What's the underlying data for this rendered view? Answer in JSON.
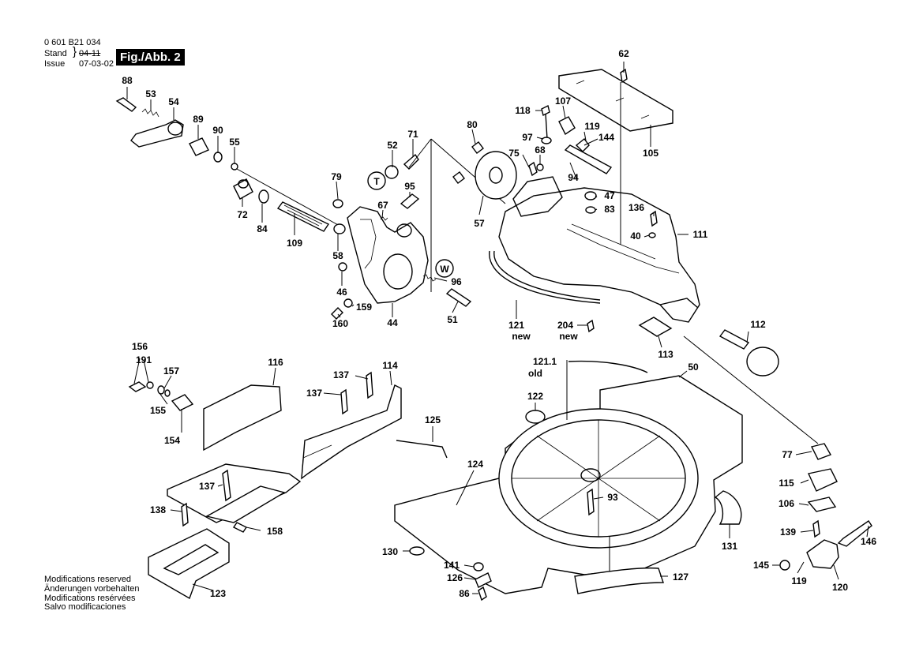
{
  "header": {
    "doc_number": "0 601 B21 034",
    "stand_label": "Stand",
    "stand_value": "04-11",
    "issue_label": "Issue",
    "issue_value": "07-03-02",
    "figure_tag": "Fig./Abb. 2"
  },
  "footer": {
    "lines": [
      "Modifications reserved",
      "Änderungen vorbehalten",
      "Modifications resérvées",
      "Salvo modificaciones"
    ]
  },
  "circle_markers": [
    {
      "letter": "T"
    },
    {
      "letter": "W"
    }
  ],
  "parts": [
    {
      "id": "p62",
      "label": "62"
    },
    {
      "id": "p88",
      "label": "88"
    },
    {
      "id": "p53",
      "label": "53"
    },
    {
      "id": "p54",
      "label": "54"
    },
    {
      "id": "p89",
      "label": "89"
    },
    {
      "id": "p90",
      "label": "90"
    },
    {
      "id": "p55",
      "label": "55"
    },
    {
      "id": "p71",
      "label": "71"
    },
    {
      "id": "p52",
      "label": "52"
    },
    {
      "id": "p80",
      "label": "80"
    },
    {
      "id": "p118",
      "label": "118"
    },
    {
      "id": "p107",
      "label": "107"
    },
    {
      "id": "p119a",
      "label": "119"
    },
    {
      "id": "p97",
      "label": "97"
    },
    {
      "id": "p144",
      "label": "144"
    },
    {
      "id": "p105",
      "label": "105"
    },
    {
      "id": "p68",
      "label": "68"
    },
    {
      "id": "p75",
      "label": "75"
    },
    {
      "id": "p79",
      "label": "79"
    },
    {
      "id": "p95",
      "label": "95"
    },
    {
      "id": "p94",
      "label": "94"
    },
    {
      "id": "p47",
      "label": "47"
    },
    {
      "id": "p83",
      "label": "83"
    },
    {
      "id": "p67",
      "label": "67"
    },
    {
      "id": "p72",
      "label": "72"
    },
    {
      "id": "p84",
      "label": "84"
    },
    {
      "id": "p109",
      "label": "109"
    },
    {
      "id": "p57",
      "label": "57"
    },
    {
      "id": "p136",
      "label": "136"
    },
    {
      "id": "p111",
      "label": "111"
    },
    {
      "id": "p40",
      "label": "40"
    },
    {
      "id": "p58",
      "label": "58"
    },
    {
      "id": "p96",
      "label": "96"
    },
    {
      "id": "p46",
      "label": "46"
    },
    {
      "id": "p159",
      "label": "159"
    },
    {
      "id": "p160",
      "label": "160"
    },
    {
      "id": "p44",
      "label": "44"
    },
    {
      "id": "p51",
      "label": "51"
    },
    {
      "id": "p121",
      "label": "121"
    },
    {
      "id": "p121new",
      "label": "new"
    },
    {
      "id": "p204",
      "label": "204"
    },
    {
      "id": "p204new",
      "label": "new"
    },
    {
      "id": "p112",
      "label": "112"
    },
    {
      "id": "p113",
      "label": "113"
    },
    {
      "id": "p156",
      "label": "156"
    },
    {
      "id": "p116",
      "label": "116"
    },
    {
      "id": "p191",
      "label": "191"
    },
    {
      "id": "p137a",
      "label": "137"
    },
    {
      "id": "p114",
      "label": "114"
    },
    {
      "id": "p157",
      "label": "157"
    },
    {
      "id": "p121_1",
      "label": "121.1"
    },
    {
      "id": "p121old",
      "label": "old"
    },
    {
      "id": "p50",
      "label": "50"
    },
    {
      "id": "p137b",
      "label": "137"
    },
    {
      "id": "p155",
      "label": "155"
    },
    {
      "id": "p122",
      "label": "122"
    },
    {
      "id": "p154",
      "label": "154"
    },
    {
      "id": "p125",
      "label": "125"
    },
    {
      "id": "p77",
      "label": "77"
    },
    {
      "id": "p124",
      "label": "124"
    },
    {
      "id": "p137c",
      "label": "137"
    },
    {
      "id": "p115",
      "label": "115"
    },
    {
      "id": "p93",
      "label": "93"
    },
    {
      "id": "p106",
      "label": "106"
    },
    {
      "id": "p138",
      "label": "138"
    },
    {
      "id": "p158",
      "label": "158"
    },
    {
      "id": "p139",
      "label": "139"
    },
    {
      "id": "p146",
      "label": "146"
    },
    {
      "id": "p130",
      "label": "130"
    },
    {
      "id": "p131",
      "label": "131"
    },
    {
      "id": "p141",
      "label": "141"
    },
    {
      "id": "p145",
      "label": "145"
    },
    {
      "id": "p126",
      "label": "126"
    },
    {
      "id": "p127",
      "label": "127"
    },
    {
      "id": "p119b",
      "label": "119"
    },
    {
      "id": "p120",
      "label": "120"
    },
    {
      "id": "p86",
      "label": "86"
    },
    {
      "id": "p123",
      "label": "123"
    }
  ]
}
